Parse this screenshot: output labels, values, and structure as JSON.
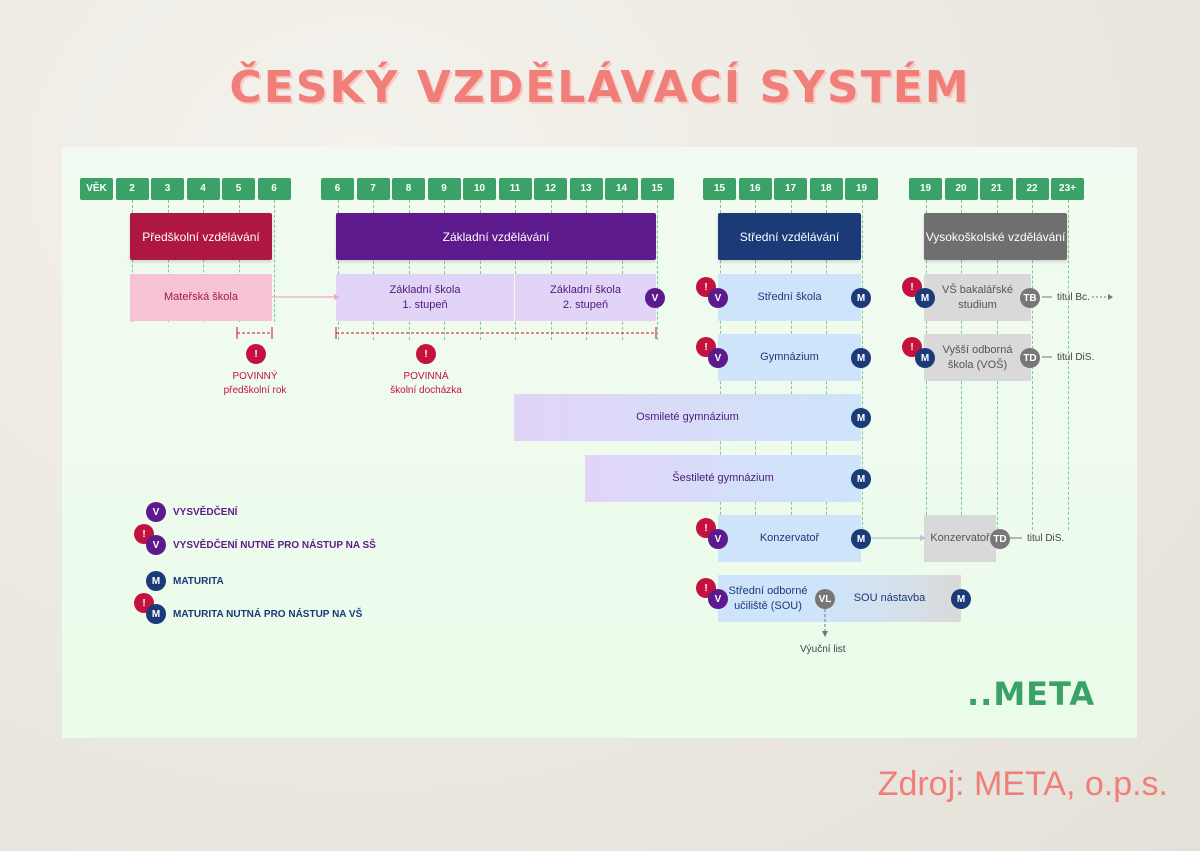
{
  "title": "ČESKÝ VZDĚLÁVACÍ SYSTÉM",
  "source": "Zdroj: META, o.p.s.",
  "logo": "..META",
  "ages": {
    "g1": [
      "VĚK",
      "2",
      "3",
      "4",
      "5",
      "6"
    ],
    "g2": [
      "6",
      "7",
      "8",
      "9",
      "10",
      "11",
      "12",
      "13",
      "14",
      "15"
    ],
    "g3": [
      "15",
      "16",
      "17",
      "18",
      "19"
    ],
    "g4": [
      "19",
      "20",
      "21",
      "22",
      "23+"
    ]
  },
  "categories": {
    "preschool": "Předškolní vzdělávání",
    "basic": "Základní vzdělávání",
    "secondary": "Střední vzdělávání",
    "higher": "Vysokoškolské vzdělávání"
  },
  "boxes": {
    "ms": "Mateřská škola",
    "zs1": "Základní škola\n1. stupeň",
    "zs2": "Základní škola\n2. stupeň",
    "ss": "Střední škola",
    "gym": "Gymnázium",
    "osm": "Osmileté gymnázium",
    "ses": "Šestileté gymnázium",
    "konz": "Konzervatoř",
    "sou": "Střední odborné\nučiliště (SOU)",
    "soun": "SOU nástavba",
    "vsbc": "VŠ bakalářské\nstudium",
    "vos": "Vyšší odborná\nškola (VOŠ)",
    "konz2": "Konzervatoř"
  },
  "notes": {
    "povinny1": "POVINNÝ",
    "povinny2": "předškolní rok",
    "povinna1": "POVINNÁ",
    "povinna2": "školní docházka",
    "bc": "titul Bc.",
    "dis1": "titul DiS.",
    "dis2": "titul DiS.",
    "vyucni": "Výuční list"
  },
  "badges": {
    "V": "V",
    "M": "M",
    "TB": "TB",
    "TD": "TD",
    "VL": "VL",
    "excl": "!"
  },
  "legend": {
    "v": "VYSVĚDČENÍ",
    "vr": "VYSVĚDČENÍ NUTNÉ PRO NÁSTUP NA SŠ",
    "m": "MATURITA",
    "mr": "MATURITA NUTNÁ PRO NÁSTUP NA VŠ"
  },
  "colors": {
    "title": "#ef7f78",
    "age": "#3aa267",
    "preschool": "#ad1740",
    "basic": "#5c1a8c",
    "secondary": "#1a3a78",
    "higher": "#6f6f6f"
  }
}
